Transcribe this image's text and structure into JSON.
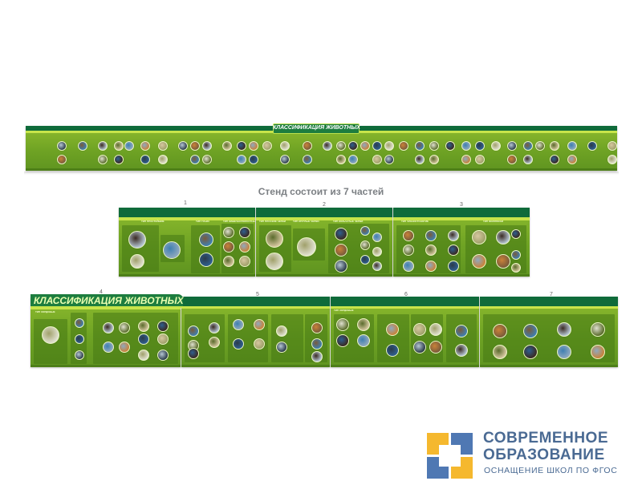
{
  "banner": {
    "title": "КЛАССИФИКАЦИЯ ЖИВОТНЫХ"
  },
  "subtitle": "Стенд состоит из 7 частей",
  "parts": [
    {
      "number": "1",
      "sections": [
        "ТИП ПРОСТЕЙШИЕ",
        "ТИП ГУБКИ",
        "ТИП КИШЕЧНОПОЛОСТНЫЕ"
      ]
    },
    {
      "number": "2",
      "sections": [
        "ТИП ПЛОСКИЕ ЧЕРВИ",
        "ТИП КРУГЛЫЕ ЧЕРВИ",
        "ТИП КОЛЬЧАТЫЕ ЧЕРВИ"
      ]
    },
    {
      "number": "3",
      "sections": [
        "ТИП ЧЛЕНИСТОНОГИЕ",
        "ТИП МОЛЛЮСКИ"
      ]
    },
    {
      "number": "4",
      "title": "КЛАССИФИКАЦИЯ ЖИВОТНЫХ",
      "sections": [
        "ТИП ХОРДОВЫЕ"
      ]
    },
    {
      "number": "5",
      "sections": []
    },
    {
      "number": "6",
      "sections": [
        "ТИП ХОРДОВЫЕ"
      ]
    },
    {
      "number": "7",
      "sections": []
    }
  ],
  "logo": {
    "line1": "СОВРЕМЕННОЕ",
    "line2": "ОБРАЗОВАНИЕ",
    "line3": "ОСНАЩЕНИЕ ШКОЛ ПО ФГОС",
    "colors": {
      "yellow": "#f5b82e",
      "blue": "#4f78b3",
      "text": "#4a6a93"
    }
  }
}
